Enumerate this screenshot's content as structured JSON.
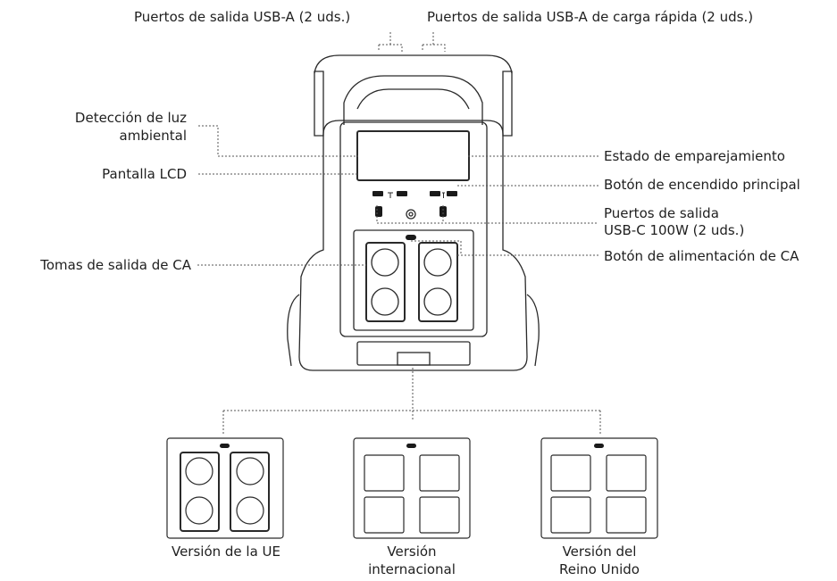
{
  "labels": {
    "usb_a": "Puertos de salida USB-A (2 uds.)",
    "usb_a_fast": "Puertos de salida USB-A de carga rápida (2 uds.)",
    "light_detection_1": "Detección de luz",
    "light_detection_2": "ambiental",
    "lcd": "Pantalla LCD",
    "pairing": "Estado de emparejamiento",
    "main_power": "Botón de encendido principal",
    "usb_c_1": "Puertos de salida",
    "usb_c_2": "USB-C 100W (2 uds.)",
    "ac_outlets": "Tomas de salida de CA",
    "ac_power": "Botón de alimentación de CA"
  },
  "versions": [
    {
      "line1": "Versión de la UE",
      "line2": ""
    },
    {
      "line1": "Versión",
      "line2": "internacional"
    },
    {
      "line1": "Versión del",
      "line2": "Reino Unido"
    }
  ],
  "colors": {
    "line": "#1a1a1a",
    "leader": "#555555",
    "text": "#1f1f1f"
  }
}
